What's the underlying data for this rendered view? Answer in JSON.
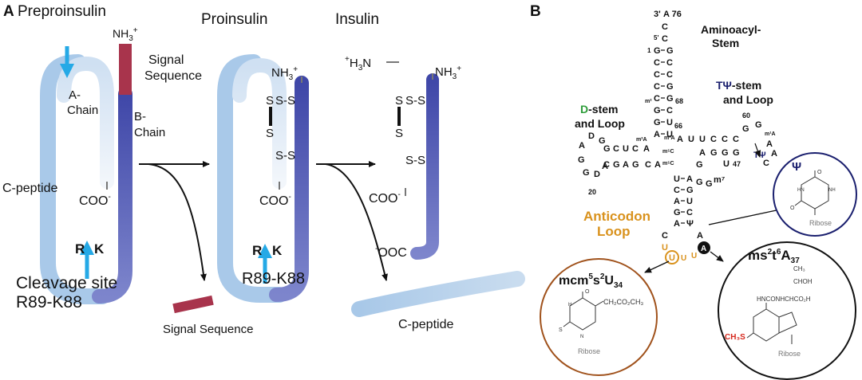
{
  "panel_a": {
    "panel_label": "A",
    "title_preproinsulin": "Preproinsulin",
    "title_proinsulin": "Proinsulin",
    "title_insulin": "Insulin",
    "nh3": "NH",
    "nh3_charge": "3",
    "nh3_plus": "+",
    "h3n_plus": "+",
    "h3n": "H",
    "h3n_sub": "3",
    "h3n_n": "N",
    "signal_sequence_label": "Signal Sequence",
    "a_chain_label": "A-Chain",
    "b_chain_label": "B-Chain",
    "c_peptide_label": "C-peptide",
    "coo": "COO",
    "coo_minus": "-",
    "ooc": "OOC",
    "ss": "S-S",
    "s": "S",
    "r": "R",
    "k": "K",
    "cleavage_site": "Cleavage site",
    "cleavage_residues": "R89-K88",
    "proinsulin_cleavage": "R89-K88",
    "released_signal_sequence": "Signal Sequence",
    "released_c_peptide": "C-peptide",
    "colors": {
      "a_chain": "#b9d4ee",
      "b_chain": "#5a62b8",
      "signal": "#a8344c",
      "arrow_blue": "#25a9e6"
    }
  },
  "panel_b": {
    "panel_label": "B",
    "three_prime": "3'",
    "a76": "A 76",
    "five_prime": "5'",
    "one": "1",
    "aminoacyl_stem": [
      "Aminoacyl-",
      "Stem"
    ],
    "t_psi_stem": [
      "TΨ-stem",
      "and Loop"
    ],
    "d_stem": [
      "D-stem",
      "and Loop"
    ],
    "anticodon_loop": [
      "Anticodon",
      "Loop"
    ],
    "acceptor_pairs": [
      [
        "G",
        "G"
      ],
      [
        "C",
        "C"
      ],
      [
        "C",
        "C"
      ],
      [
        "C",
        "G"
      ],
      [
        "C",
        "G"
      ],
      [
        "G",
        "C"
      ],
      [
        "G",
        "U"
      ],
      [
        "A",
        "U"
      ]
    ],
    "m2": "m²",
    "num_68": "68",
    "num_66": "66",
    "num_60": "60",
    "num_47": "47",
    "num_20": "20",
    "t_top": [
      "U",
      "C",
      "C",
      "C"
    ],
    "t_bottom": [
      "A",
      "G",
      "G",
      "G"
    ],
    "t_loop_bases": [
      "G",
      "A",
      "A",
      "C"
    ],
    "m1a": "m¹A",
    "t_psi_label": "TΨ",
    "m5c_top": "m⁵C",
    "m5c_bottom": "m⁵C",
    "u47": "U",
    "d_top": [
      "C",
      "U",
      "C",
      "G"
    ],
    "d_bottom": [
      "G",
      "A",
      "G",
      "C"
    ],
    "d_loop": [
      "G",
      "D",
      "A",
      "G",
      "G",
      "D"
    ],
    "m2a": "m²A",
    "m2a_right": "A",
    "anticodon_pairs": [
      [
        "U",
        "A"
      ],
      [
        "C",
        "G"
      ],
      [
        "A",
        "U"
      ],
      [
        "G",
        "C"
      ],
      [
        "A",
        "Ψ"
      ]
    ],
    "variable": [
      "G",
      "G",
      "m⁷"
    ],
    "anticodon_loop_bases": [
      "C",
      "U",
      "U",
      "A",
      "U"
    ],
    "psi_circle": {
      "symbol": "Ψ",
      "ribose": "Ribose"
    },
    "mcm_circle": {
      "title": "mcm⁵s²U",
      "title_sub": "34",
      "side_chain": "CH₂CO₂CH₃",
      "ribose": "Ribose"
    },
    "ms_circle": {
      "title": "ms²t⁶A",
      "title_sub": "37",
      "substituent": "CH₃S",
      "side_top": "CH₃",
      "side_mid": "CHOH",
      "side_chain": "HNCONHCHCO₂H",
      "ribose": "Ribose"
    },
    "colors": {
      "green": "#2e9d3a",
      "orange": "#d9921d",
      "navy": "#1a1f6e",
      "brown": "#a0521c",
      "red": "#d6281d"
    }
  }
}
